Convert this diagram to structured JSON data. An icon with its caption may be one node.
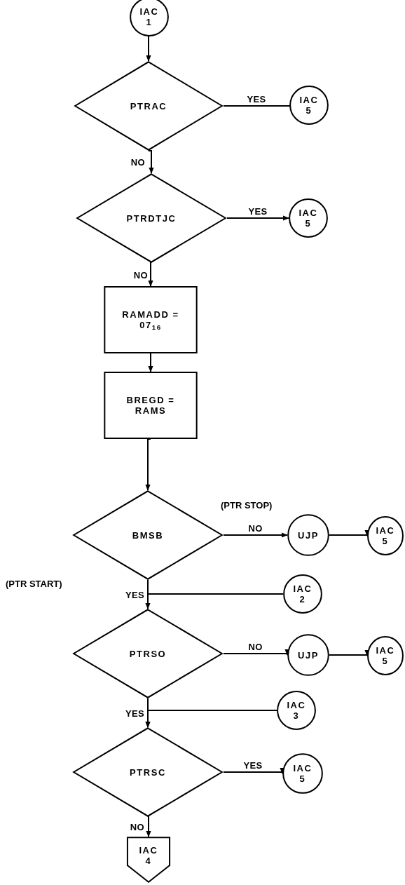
{
  "diagram": {
    "nodes": [
      {
        "text": [
          "IAC 1"
        ]
      },
      {
        "text": [
          "PTRAC"
        ]
      },
      {
        "text": [
          "IAC 5"
        ]
      },
      {
        "text": [
          "PTRDTJC"
        ]
      },
      {
        "text": [
          "IAC 5"
        ]
      },
      {
        "text": [
          "RAMADD = 07$_{16}$"
        ]
      },
      {
        "text": [
          "BREGD = RAMS"
        ]
      },
      {
        "text": [
          "BMSB"
        ]
      },
      {
        "text": [
          "UJP"
        ]
      },
      {
        "text": [
          "IAC 5"
        ]
      },
      {
        "text": [
          "IAC 2"
        ]
      },
      {
        "text": [
          "PTRSO"
        ]
      },
      {
        "text": [
          "UJP"
        ]
      },
      {
        "text": [
          "IAC 5"
        ]
      },
      {
        "text": [
          "IAC 3"
        ]
      },
      {
        "text": [
          "PTRSC"
        ]
      },
      {
        "text": [
          "IAC 5"
        ]
      },
      {
        "text": [
          "IAC 4"
        ]
      }
    ],
    "edges": [
      {
        "from": 0,
        "to": 1,
        "arrow": "to"
      },
      {
        "from": 1,
        "to": 2,
        "arrow": "none",
        "label": "YES"
      },
      {
        "from": 1,
        "to": 3,
        "arrow": "to",
        "label": "NO"
      },
      {
        "from": 3,
        "to": 4,
        "arrow": "to",
        "label": "YES"
      },
      {
        "from": 3,
        "to": 5,
        "arrow": "to",
        "label": "NO"
      },
      {
        "from": 5,
        "to": 6,
        "arrow": "to"
      },
      {
        "from": 6,
        "to": 7,
        "arrow": "to"
      },
      {
        "from": 7,
        "to": 8,
        "arrow": "to",
        "label": "NO"
      },
      {
        "from": 8,
        "to": 9,
        "arrow": "to"
      },
      {
        "from": 7,
        "to": 11,
        "arrow": "none",
        "label": "YES"
      },
      {
        "from": 10,
        "to": 11,
        "arrow": "to"
      },
      {
        "from": 11,
        "to": 12,
        "arrow": "to",
        "label": "NO"
      },
      {
        "from": 12,
        "to": 13,
        "arrow": "to"
      },
      {
        "from": 11,
        "to": 15,
        "arrow": "to",
        "label": "YES"
      },
      {
        "from": 14,
        "to": 15,
        "arrow": "to"
      },
      {
        "from": 15,
        "to": 16,
        "arrow": "to",
        "label": "YES"
      },
      {
        "from": 15,
        "to": 17,
        "arrow": "to",
        "label": "NO"
      }
    ],
    "labels": [
      "(PTR STOP)",
      "(PTR START)"
    ]
  }
}
